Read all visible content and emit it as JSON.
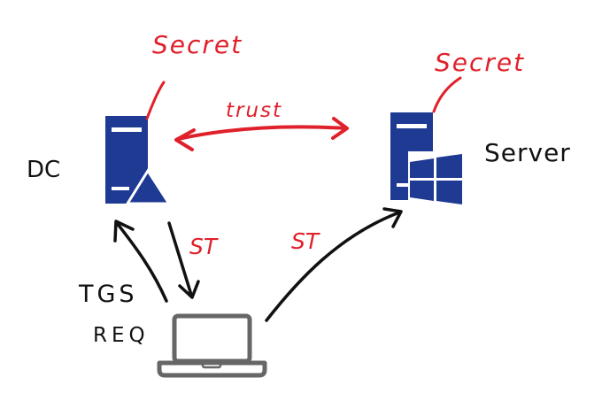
{
  "labels": {
    "dc": "DC",
    "server": "Server",
    "secret_dc": "Secret",
    "secret_server": "Secret",
    "trust": "trust",
    "st_dc_to_client": "ST",
    "st_client_to_server": "ST",
    "tgs_line1": "TGS",
    "tgs_line2": "REQ"
  },
  "colors": {
    "server_blue": "#1f3a93",
    "annotation_red": "#e0202a",
    "ink_black": "#111111",
    "laptop_gray": "#666666"
  },
  "icons": {
    "dc": "domain-controller-server-icon",
    "server": "windows-server-icon",
    "client": "laptop-icon"
  }
}
